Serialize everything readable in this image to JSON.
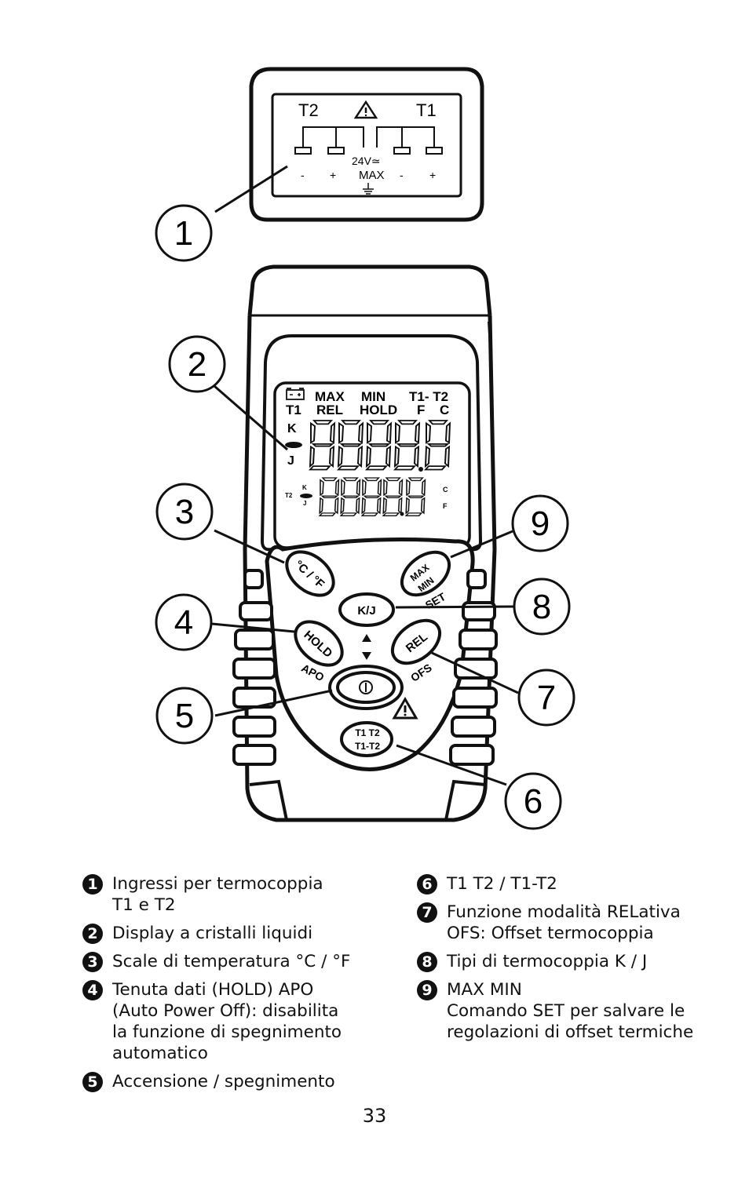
{
  "connector": {
    "t2": "T2",
    "t1": "T1",
    "voltage": "24V≃",
    "max": "MAX",
    "minus_left": "-",
    "plus_left": "+",
    "minus_right": "-",
    "plus_right": "+"
  },
  "lcd": {
    "row1": [
      "MAX",
      "MIN",
      "T1- T2"
    ],
    "row2": [
      "T1",
      "REL",
      "HOLD",
      "F",
      "C"
    ],
    "k": "K",
    "j": "J",
    "small_t2": "T2",
    "small_k": "K",
    "small_j": "J",
    "small_c": "C",
    "small_f": "F"
  },
  "buttons": {
    "unit": "°C / °F",
    "max": "MAX",
    "min": "MIN",
    "set": "SET",
    "kj": "K/J",
    "hold": "HOLD",
    "apo": "APO",
    "rel": "REL",
    "ofs": "OFS",
    "t1t2_top": "T1 T2",
    "t1t2_bottom": "T1-T2"
  },
  "callouts": [
    "1",
    "2",
    "3",
    "4",
    "5",
    "6",
    "7",
    "8",
    "9"
  ],
  "legend_left": [
    {
      "num": "1",
      "lines": [
        "Ingressi per termocoppia",
        "T1 e T2"
      ]
    },
    {
      "num": "2",
      "lines": [
        "Display a cristalli liquidi"
      ]
    },
    {
      "num": "3",
      "lines": [
        "Scale di temperatura °C / °F"
      ]
    },
    {
      "num": "4",
      "lines": [
        "Tenuta dati (HOLD) APO",
        "(Auto Power Off): disabilita",
        "la funzione di spegnimento",
        "automatico"
      ]
    },
    {
      "num": "5",
      "lines": [
        "Accensione / spegnimento"
      ]
    }
  ],
  "legend_right": [
    {
      "num": "6",
      "lines": [
        "T1 T2 / T1-T2"
      ]
    },
    {
      "num": "7",
      "lines": [
        "Funzione modalità RELativa",
        "OFS: Offset termocoppia"
      ]
    },
    {
      "num": "8",
      "lines": [
        "Tipi di termocoppia K / J"
      ]
    },
    {
      "num": "9",
      "lines": [
        "MAX MIN",
        "Comando SET per salvare le",
        "regolazioni di offset termiche"
      ]
    }
  ],
  "page_number": "33"
}
